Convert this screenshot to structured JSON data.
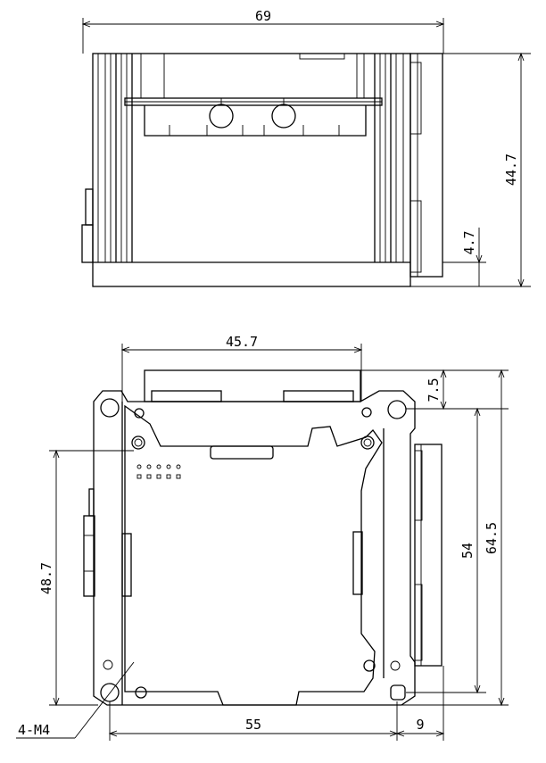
{
  "top_view": {
    "width_label": "69",
    "height_label": "44.7",
    "base_label": "4.7"
  },
  "bottom_view": {
    "top_width_label": "45.7",
    "top_offset_label": "7.5",
    "hole_spacing_v_label": "54",
    "overall_height_label": "64.5",
    "left_height_label": "48.7",
    "hole_spacing_h_label": "55",
    "right_offset_label": "9",
    "hole_callout_label": "4-M4"
  }
}
